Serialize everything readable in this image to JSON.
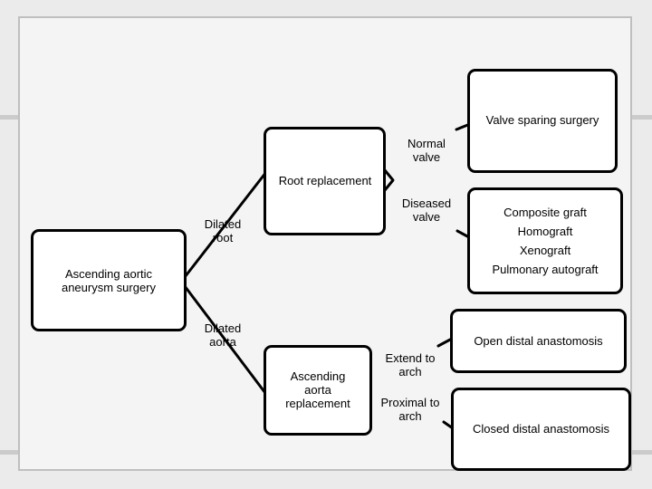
{
  "nodes": {
    "root": "Ascending aortic\naneurysm surgery",
    "root_replacement": "Root replacement",
    "ascending_replacement": "Ascending\naorta\nreplacement",
    "valve_sparing": "Valve sparing surgery",
    "graft_options": [
      "Composite graft",
      "Homograft",
      "Xenograft",
      "Pulmonary autograft"
    ],
    "open_distal": "Open distal anastomosis",
    "closed_distal": "Closed distal anastomosis"
  },
  "edges": {
    "dilated_root": "Dilated\nroot",
    "dilated_aorta": "Dilated\naorta",
    "normal_valve": "Normal\nvalve",
    "diseased_valve": "Diseased\nvalve",
    "extend_to_arch": "Extend to\narch",
    "proximal_to_arch": "Proximal to\narch"
  },
  "colors": {
    "background": "#ebebeb",
    "band": "#cbcbcb",
    "node_border": "#000000"
  }
}
